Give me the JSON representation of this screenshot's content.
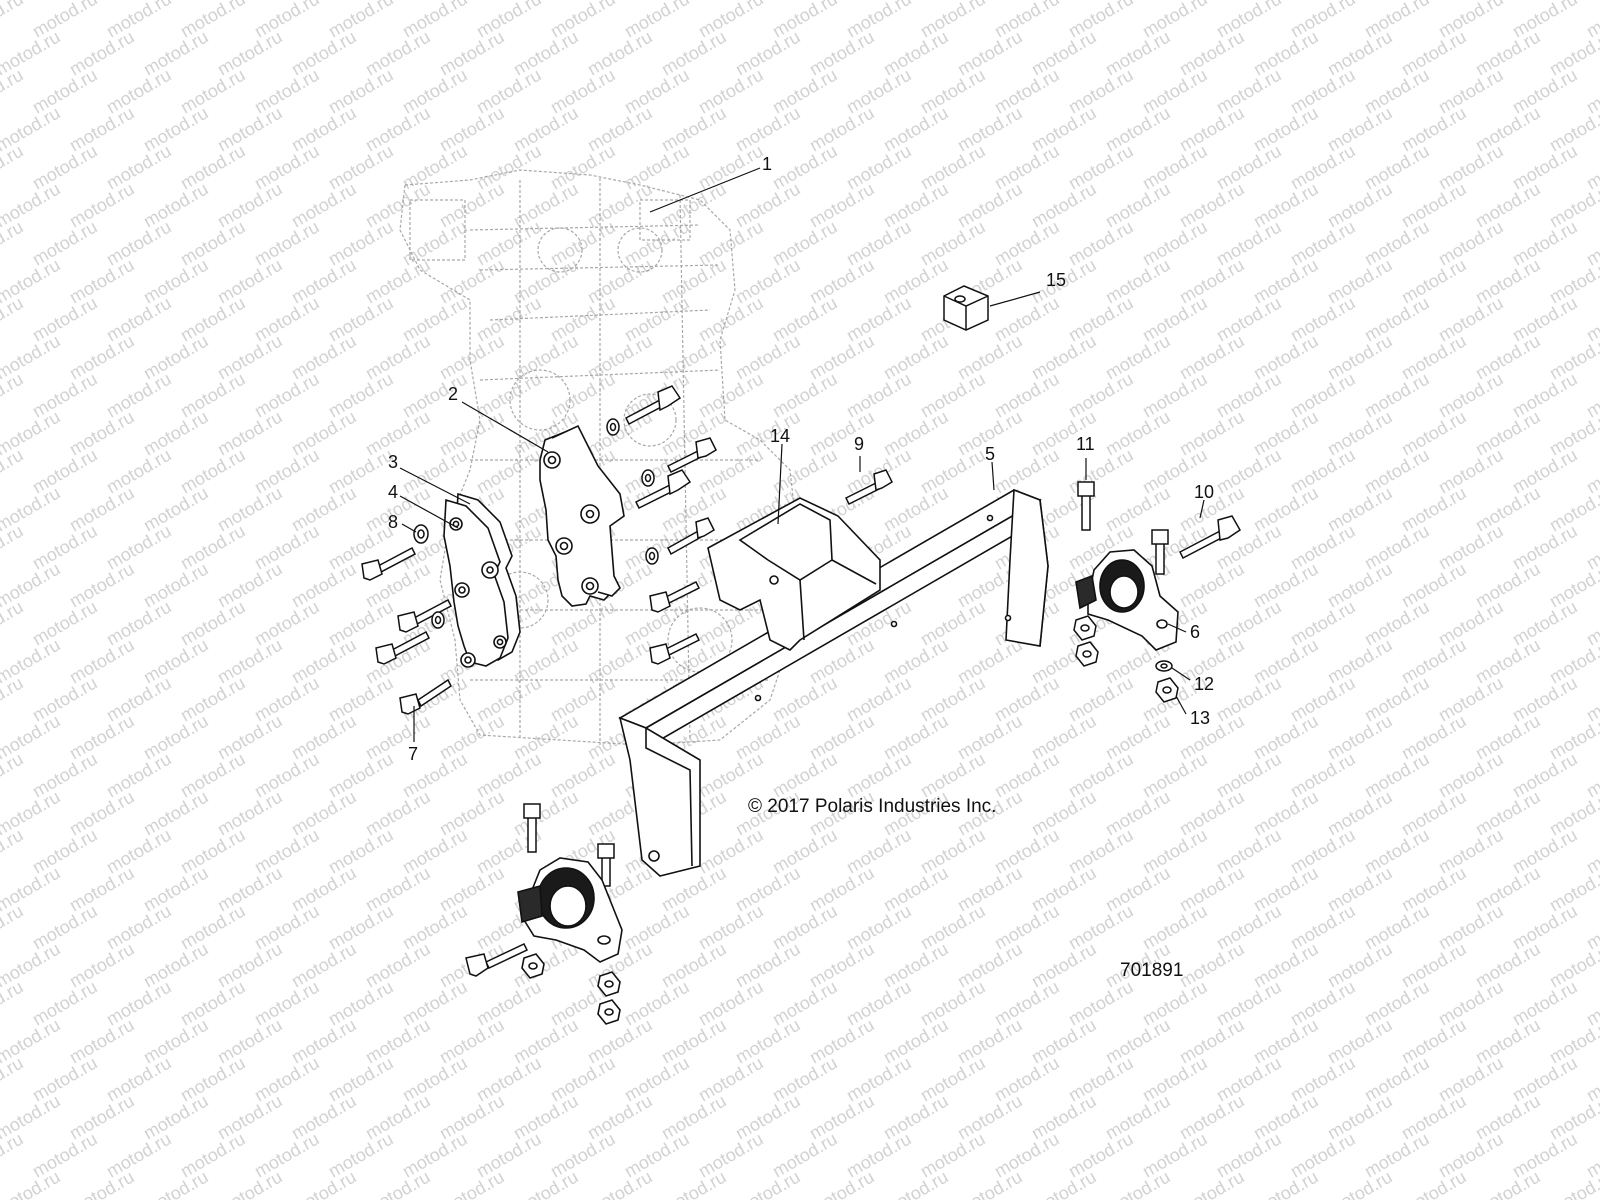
{
  "diagram": {
    "copyright": "© 2017 Polaris Industries Inc.",
    "drawing_number": "701891",
    "watermark": "motod.ru",
    "callouts": [
      "1",
      "2",
      "3",
      "4",
      "5",
      "6",
      "7",
      "8",
      "9",
      "10",
      "11",
      "12",
      "13",
      "14",
      "15"
    ]
  },
  "colors": {
    "line": "#111111",
    "ghost_engine": "#9a9a9a",
    "watermark": "#d2d2d2",
    "background": "#ffffff"
  }
}
